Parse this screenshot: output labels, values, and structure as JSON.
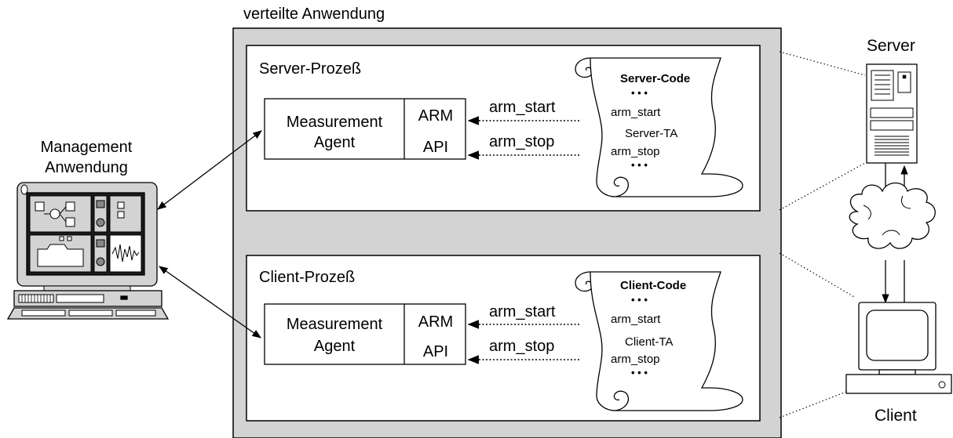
{
  "app_title": "verteilte Anwendung",
  "server_process": {
    "title": "Server-Prozeß",
    "agent_label_line1": "Measurement",
    "agent_label_line2": "Agent",
    "api_line1": "ARM",
    "api_line2": "API",
    "arrow_start_label": "arm_start",
    "arrow_stop_label": "arm_stop",
    "code": {
      "title": "Server-Code",
      "dots_top": "• • •",
      "line_start": "arm_start",
      "transaction": "Server-TA",
      "line_stop": "arm_stop",
      "dots_bottom": "• • •"
    }
  },
  "client_process": {
    "title": "Client-Prozeß",
    "agent_label_line1": "Measurement",
    "agent_label_line2": "Agent",
    "api_line1": "ARM",
    "api_line2": "API",
    "arrow_start_label": "arm_start",
    "arrow_stop_label": "arm_stop",
    "code": {
      "title": "Client-Code",
      "dots_top": "• • •",
      "line_start": "arm_start",
      "transaction": "Client-TA",
      "line_stop": "arm_stop",
      "dots_bottom": "• • •"
    }
  },
  "management": {
    "label_line1": "Management",
    "label_line2": "Anwendung"
  },
  "server_label": "Server",
  "client_label": "Client",
  "icons": [
    "management-workstation-icon",
    "server-tower-icon",
    "network-cloud-icon",
    "client-computer-icon",
    "scroll-icon"
  ],
  "colors": {
    "panel_gray": "#d3d3d3",
    "stroke": "#000000",
    "background": "#ffffff"
  }
}
